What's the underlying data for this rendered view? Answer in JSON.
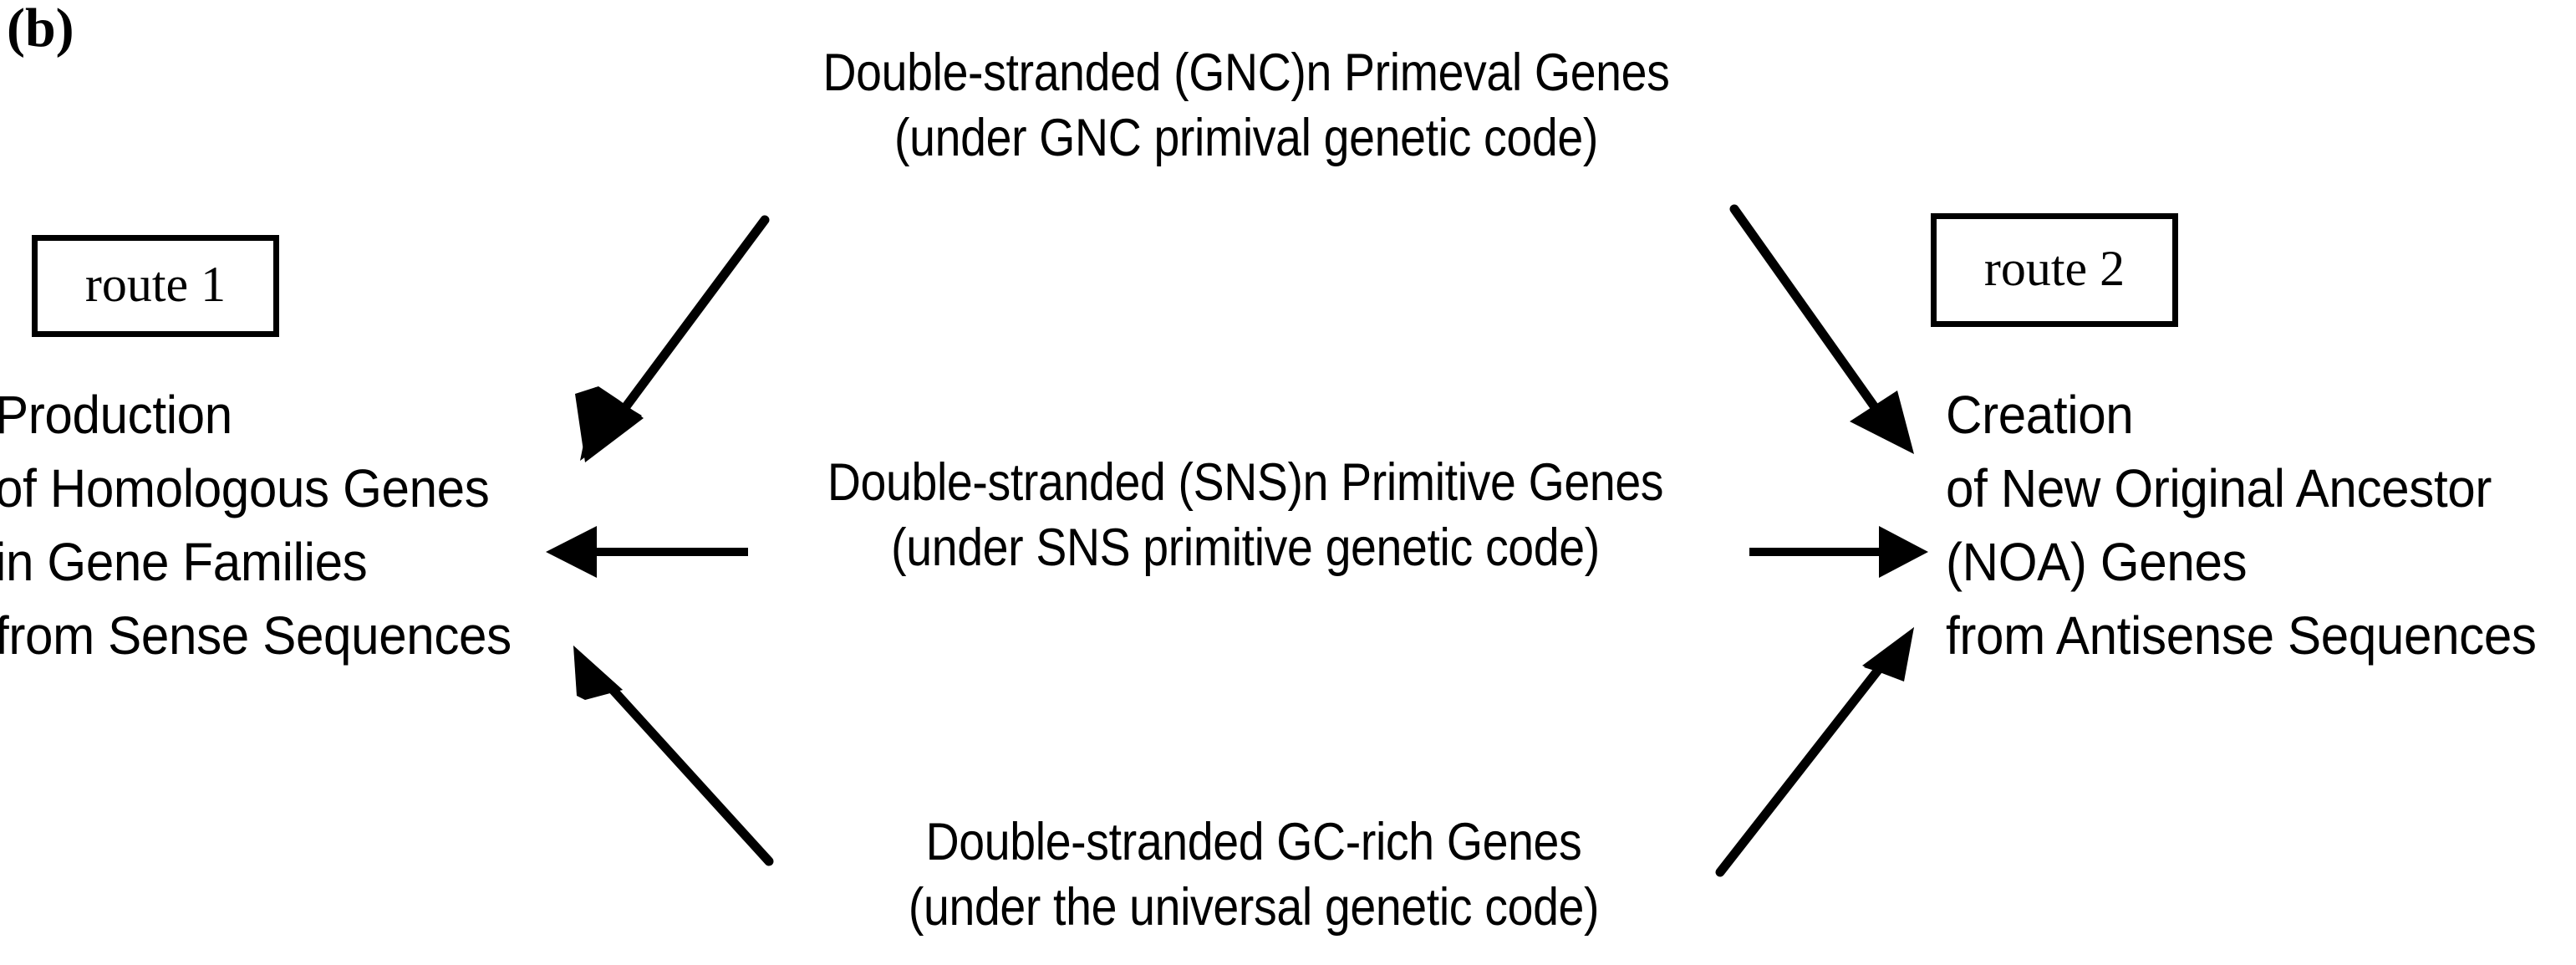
{
  "figure": {
    "panel_label": "(b)",
    "caption_text": ""
  },
  "boxes": [
    {
      "id": "route-1",
      "label": "route 1"
    },
    {
      "id": "route-2",
      "label": "route 2"
    }
  ],
  "blocks": {
    "top": {
      "line1": "Double-stranded (GNC)n Primeval Genes",
      "line2": "(under GNC primival genetic code)"
    },
    "middle": {
      "line1": "Double-stranded (SNS)n Primitive Genes",
      "line2": "(under SNS primitive genetic code)"
    },
    "bottom": {
      "line1": "Double-stranded GC-rich Genes",
      "line2": "(under the universal genetic code)"
    },
    "left": {
      "line1": "Production",
      "line2": "of Homologous Genes",
      "line3": "in Gene Families",
      "line4": "from Sense Sequences"
    },
    "right": {
      "line1": "Creation",
      "line2": "of New Original Ancestor",
      "line3": "(NOA) Genes",
      "line4": "from Antisense Sequences"
    }
  },
  "arrows": [
    {
      "id": "gnc-to-left",
      "from": "top-center-text",
      "to": "left-text",
      "direction": "down-left"
    },
    {
      "id": "gnc-to-right",
      "from": "top-center-text",
      "to": "right-text",
      "direction": "down-right"
    },
    {
      "id": "sns-to-left",
      "from": "middle-center-text",
      "to": "left-text",
      "direction": "left"
    },
    {
      "id": "sns-to-right",
      "from": "middle-center-text",
      "to": "right-text",
      "direction": "right"
    },
    {
      "id": "gcrich-to-left",
      "from": "bottom-center-text",
      "to": "left-text",
      "direction": "up-left"
    },
    {
      "id": "gcrich-to-right",
      "from": "bottom-center-text",
      "to": "right-text",
      "direction": "up-right"
    }
  ],
  "style": {
    "stroke_color": "#000000",
    "background_color": "#ffffff"
  }
}
